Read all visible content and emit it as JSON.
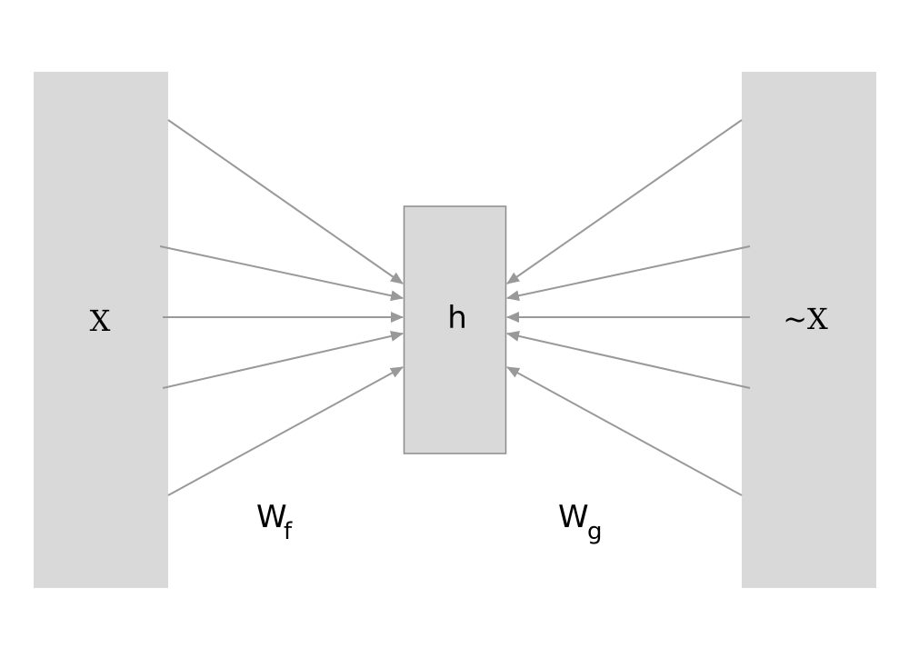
{
  "input_label": "X",
  "hidden_label": "h",
  "output_label": "~X",
  "encoder_weight": {
    "base": "W",
    "subscript": "f"
  },
  "decoder_weight": {
    "base": "W",
    "subscript": "g"
  },
  "colors": {
    "block": "#d9d9d9",
    "edge": "#999999",
    "hidden_border": "#8c8c8c",
    "text": "#000000"
  }
}
